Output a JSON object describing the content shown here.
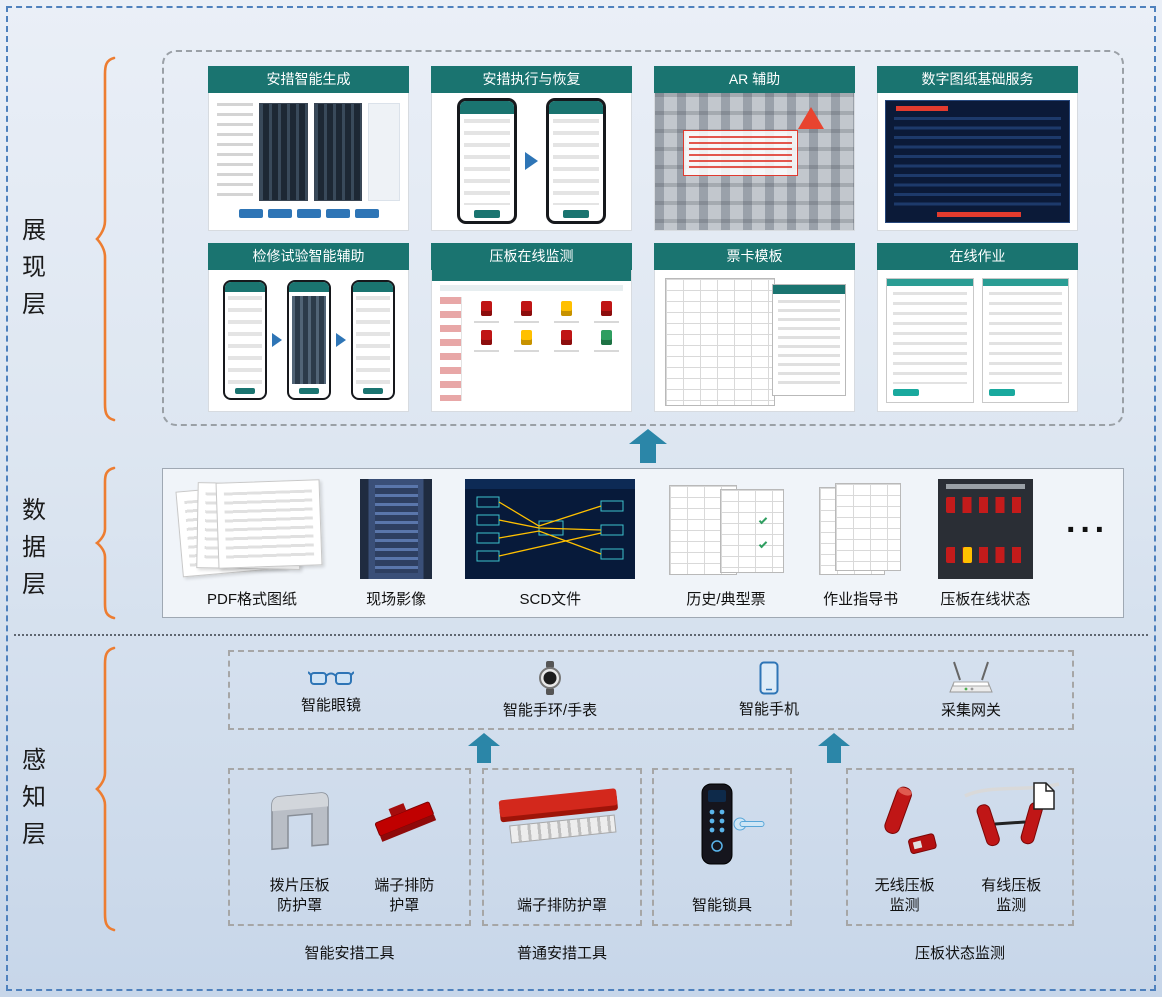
{
  "layers": [
    {
      "label": "展现层"
    },
    {
      "label": "数据层"
    },
    {
      "label": "感知层"
    }
  ],
  "presentation": {
    "cards": [
      {
        "title": "安措智能生成"
      },
      {
        "title": "安措执行与恢复"
      },
      {
        "title": "AR 辅助"
      },
      {
        "title": "数字图纸基础服务"
      },
      {
        "title": "检修试验智能辅助"
      },
      {
        "title": "压板在线监测"
      },
      {
        "title": "票卡模板"
      },
      {
        "title": "在线作业"
      }
    ]
  },
  "data_layer": {
    "items": [
      {
        "label": "PDF格式图纸",
        "icon": "stacked-drawings"
      },
      {
        "label": "现场影像",
        "icon": "site-photo"
      },
      {
        "label": "SCD文件",
        "icon": "scd-diagram"
      },
      {
        "label": "历史/典型票",
        "icon": "ticket-sheets"
      },
      {
        "label": "作业指导书",
        "icon": "guide-sheets"
      },
      {
        "label": "压板在线状态",
        "icon": "plate-status-photo"
      }
    ],
    "more": "···"
  },
  "perception": {
    "devices": [
      {
        "label": "智能眼镜",
        "icon": "smart-glasses"
      },
      {
        "label": "智能手环/手表",
        "icon": "smart-band-watch"
      },
      {
        "label": "智能手机",
        "icon": "smartphone"
      },
      {
        "label": "采集网关",
        "icon": "gateway"
      }
    ],
    "tools": {
      "smart_group": {
        "items": [
          {
            "label": "拨片压板防护罩"
          },
          {
            "label": "端子排防护罩"
          }
        ],
        "caption": "智能安措工具"
      },
      "normal_group": {
        "items": [
          {
            "label": "端子排防护罩"
          }
        ],
        "caption": "普通安措工具"
      },
      "lock_group": {
        "items": [
          {
            "label": "智能锁具"
          }
        ]
      },
      "monitor_group": {
        "items": [
          {
            "label": "无线压板监测"
          },
          {
            "label": "有线压板监测"
          }
        ],
        "caption": "压板状态监测"
      }
    }
  },
  "colors": {
    "header_teal": "#1a7470",
    "arrow_teal": "#2b86a8",
    "brace_orange": "#ed7d31",
    "border_blue": "#4f81bd",
    "alert_red": "#c01616",
    "warn_yellow": "#ffc000",
    "device_blue": "#2e75b6"
  }
}
